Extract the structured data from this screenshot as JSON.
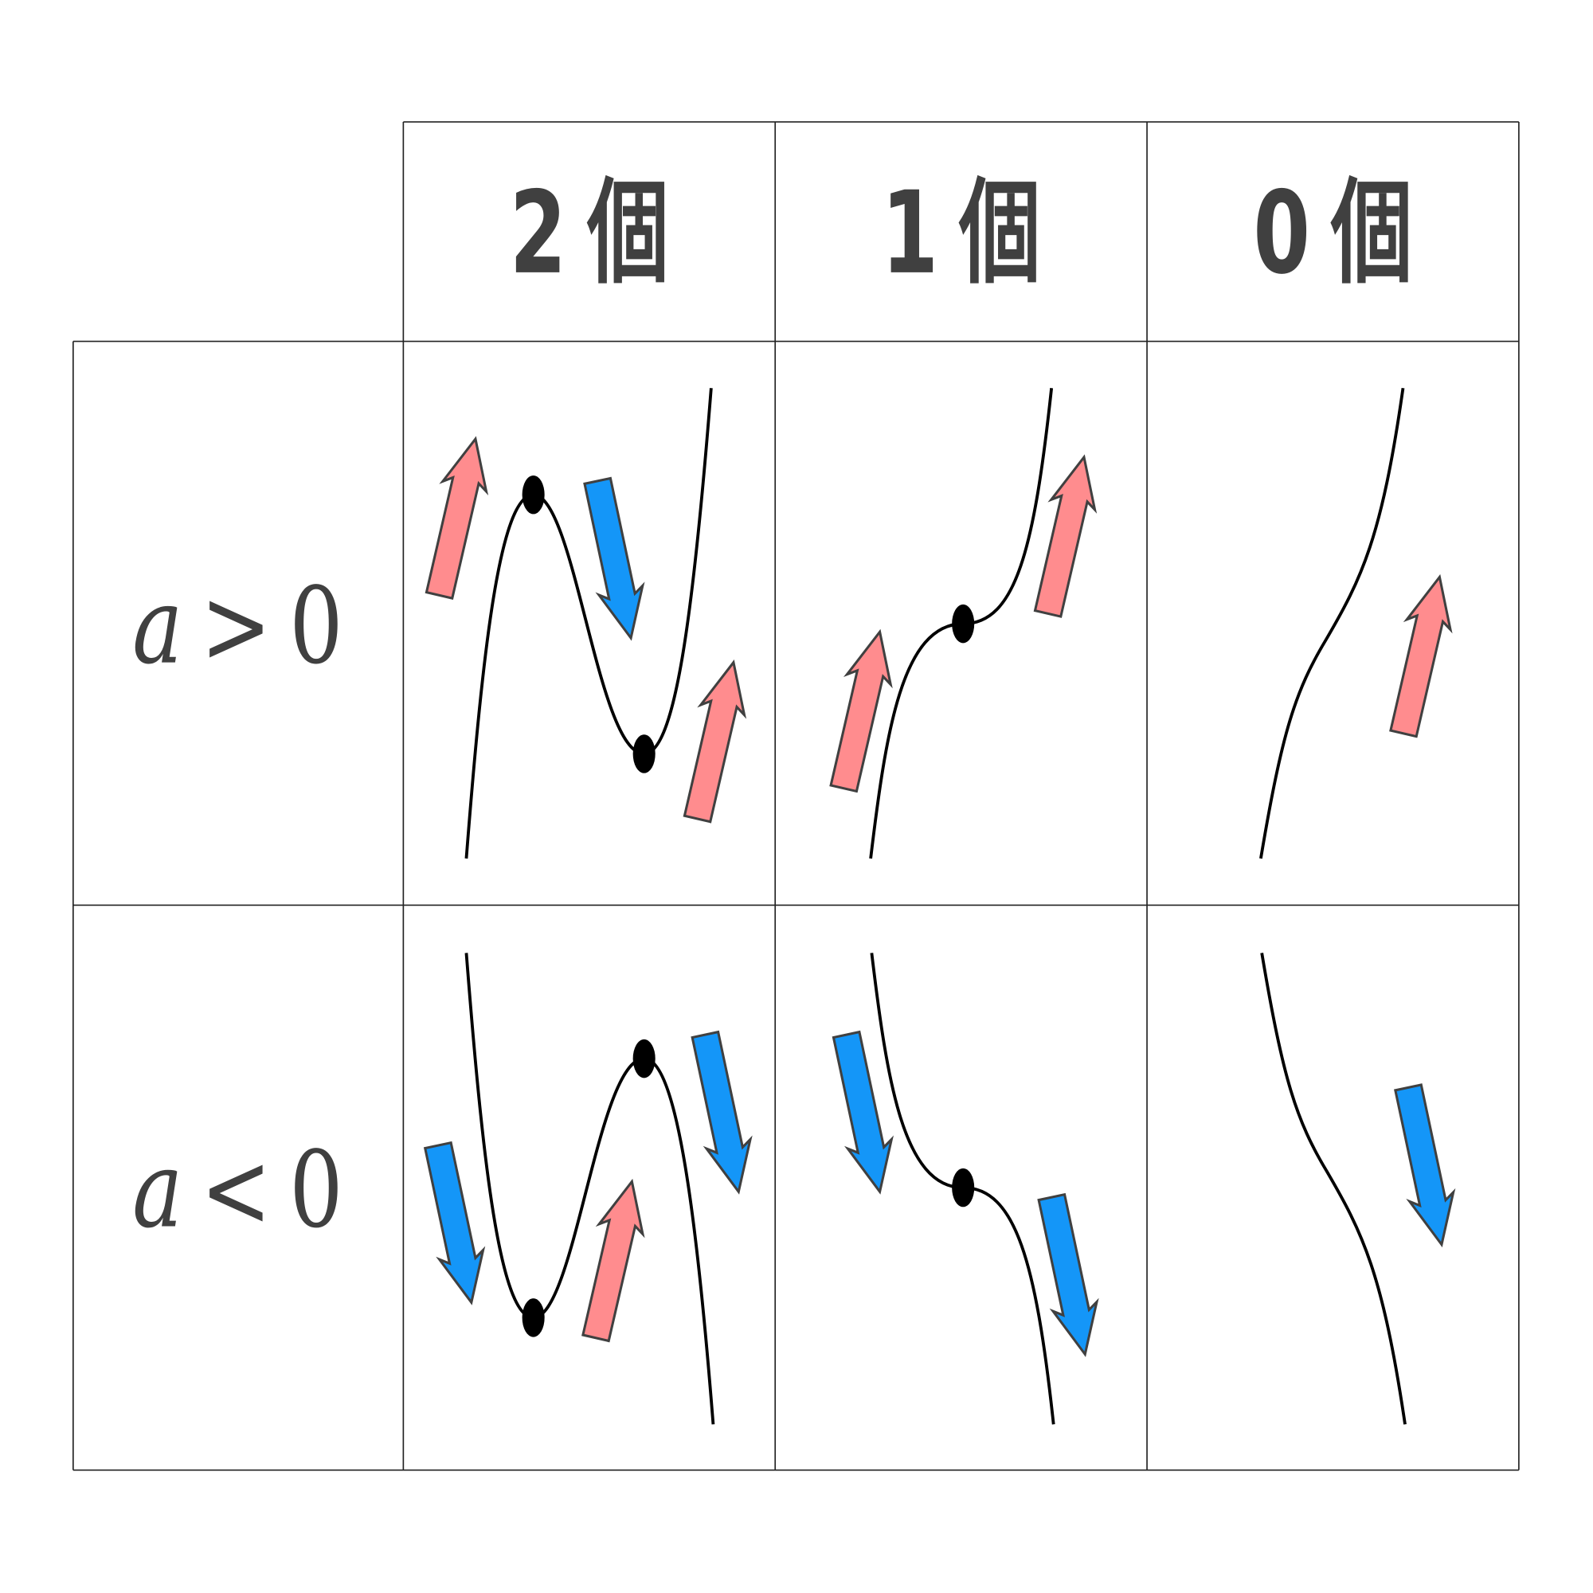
{
  "table": {
    "column_headers": [
      {
        "count": "2",
        "unit": "個"
      },
      {
        "count": "1",
        "unit": "個"
      },
      {
        "count": "0",
        "unit": "個"
      }
    ],
    "row_headers": [
      {
        "variable": "a",
        "relation": ">",
        "value": "0"
      },
      {
        "variable": "a",
        "relation": "<",
        "value": "0"
      }
    ]
  },
  "colors": {
    "increasing_arrow": "#FF8C8E",
    "decreasing_arrow": "#1496F8",
    "arrow_outline": "#404040",
    "text": "#404040",
    "curve": "#000000"
  },
  "cells": [
    {
      "row": "a>0",
      "col": "2個",
      "curve": "local max then local min (increasing-decreasing-increasing)",
      "extrema_points": 2,
      "arrows": [
        "up",
        "down",
        "up"
      ]
    },
    {
      "row": "a>0",
      "col": "1個",
      "curve": "increasing with horizontal inflection",
      "extrema_points": 1,
      "arrows": [
        "up",
        "up"
      ]
    },
    {
      "row": "a>0",
      "col": "0個",
      "curve": "monotonically increasing",
      "extrema_points": 0,
      "arrows": [
        "up"
      ]
    },
    {
      "row": "a<0",
      "col": "2個",
      "curve": "local min then local max (decreasing-increasing-decreasing)",
      "extrema_points": 2,
      "arrows": [
        "down",
        "up",
        "down"
      ]
    },
    {
      "row": "a<0",
      "col": "1個",
      "curve": "decreasing with horizontal inflection",
      "extrema_points": 1,
      "arrows": [
        "down",
        "down"
      ]
    },
    {
      "row": "a<0",
      "col": "0個",
      "curve": "monotonically decreasing",
      "extrema_points": 0,
      "arrows": [
        "down"
      ]
    }
  ]
}
